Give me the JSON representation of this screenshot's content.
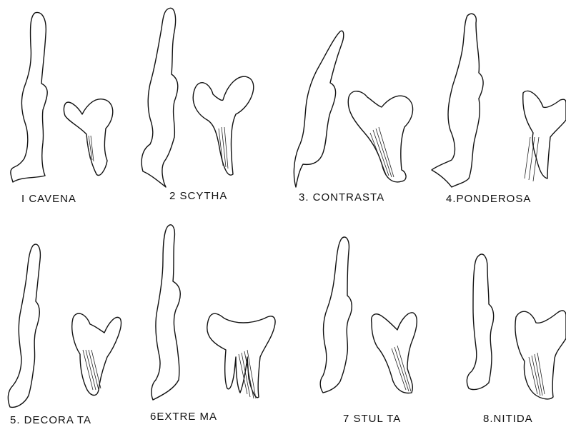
{
  "figures": [
    {
      "number": "1",
      "name": "CAVENA",
      "caption": "I CAVENA"
    },
    {
      "number": "2",
      "name": "SCYTHA",
      "caption": "2 SCYTHA"
    },
    {
      "number": "3",
      "name": "CONTRASTA",
      "caption": "3. CONTRASTA"
    },
    {
      "number": "4",
      "name": "PONDEROSA",
      "caption": "4.PONDEROSA"
    },
    {
      "number": "5",
      "name": "DECORATA",
      "caption": "5. DECORA TA"
    },
    {
      "number": "6",
      "name": "EXTREMA",
      "caption": "6EXTRE MA"
    },
    {
      "number": "7",
      "name": "STULTA",
      "caption": "7 STUL TA"
    },
    {
      "number": "8",
      "name": "NITIDA",
      "caption": "8.NITIDA"
    }
  ]
}
